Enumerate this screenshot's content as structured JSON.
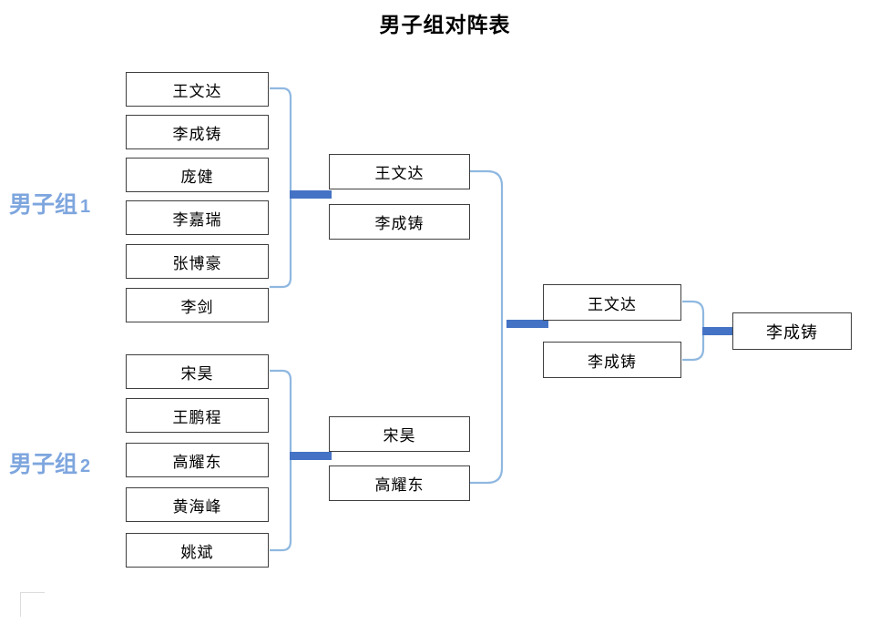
{
  "title": "男子组对阵表",
  "colors": {
    "bracket_line": "#8FB8E0",
    "connector_bar": "#4472C4",
    "group_label": "#7EA6DE",
    "box_border": "#3f3f3f",
    "text": "#000000",
    "background": "#ffffff"
  },
  "groups": [
    {
      "name": "男子组",
      "number": "1"
    },
    {
      "name": "男子组",
      "number": "2"
    }
  ],
  "rounds": {
    "round1_group1": [
      {
        "name": "王文达"
      },
      {
        "name": "李成铸"
      },
      {
        "name": "庞健"
      },
      {
        "name": "李嘉瑞"
      },
      {
        "name": "张博豪"
      },
      {
        "name": "李剑"
      }
    ],
    "round1_group2": [
      {
        "name": "宋昊"
      },
      {
        "name": "王鹏程"
      },
      {
        "name": "高耀东"
      },
      {
        "name": "黄海峰"
      },
      {
        "name": "姚斌"
      }
    ],
    "round2_group1": [
      {
        "name": "王文达"
      },
      {
        "name": "李成铸"
      }
    ],
    "round2_group2": [
      {
        "name": "宋昊"
      },
      {
        "name": "高耀东"
      }
    ],
    "round3": [
      {
        "name": "王文达"
      },
      {
        "name": "李成铸"
      }
    ],
    "champion": {
      "name": "李成铸"
    }
  }
}
